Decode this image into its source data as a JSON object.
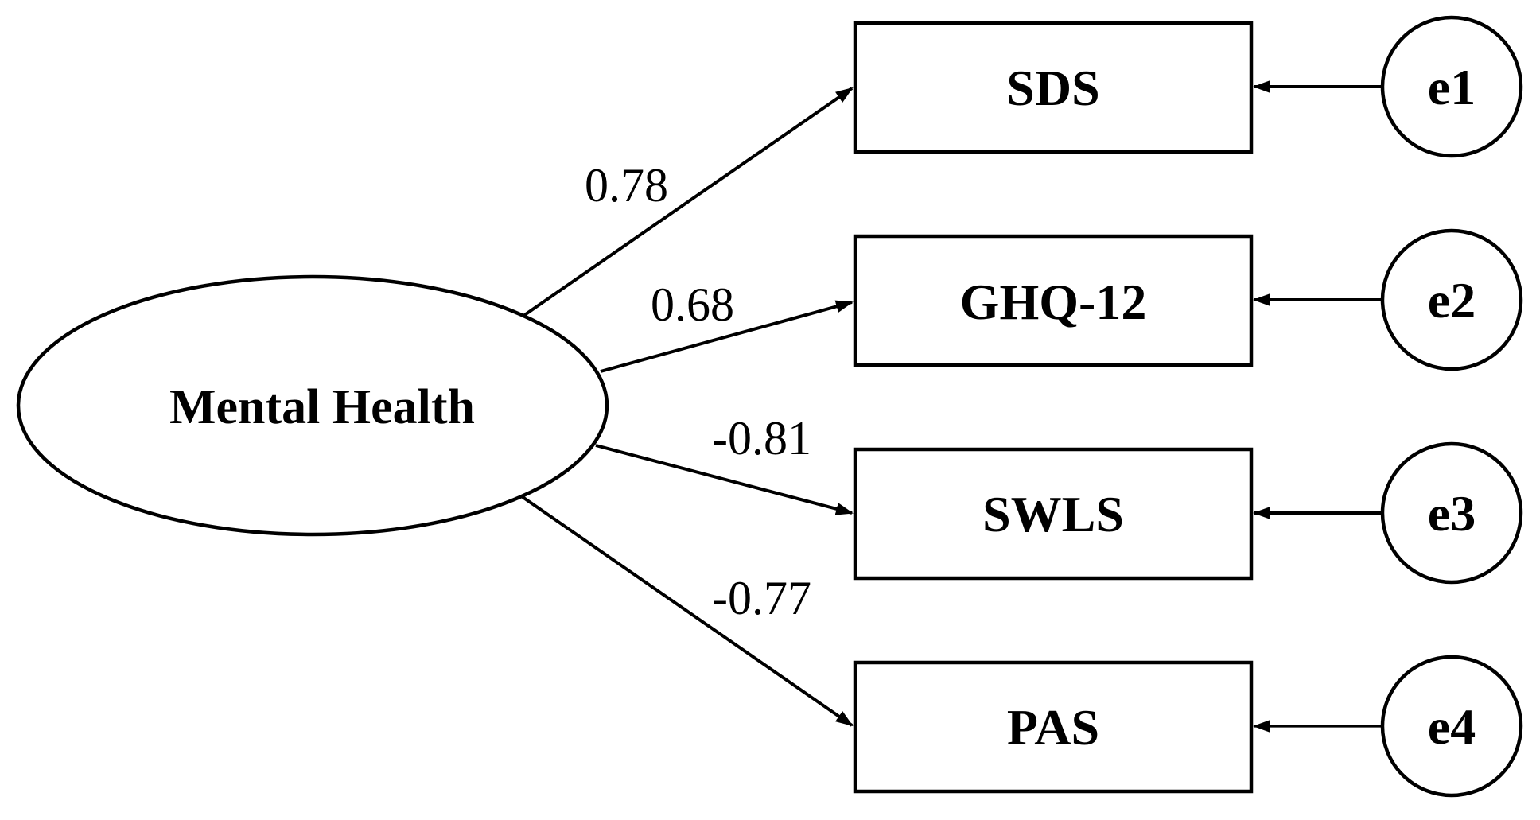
{
  "diagram": {
    "type": "structural-equation-model",
    "latent": {
      "label": "Mental Health"
    },
    "indicators": [
      {
        "id": "sds",
        "label": "SDS",
        "loading": "0.78",
        "error": "e1"
      },
      {
        "id": "ghq12",
        "label": "GHQ-12",
        "loading": "0.68",
        "error": "e2"
      },
      {
        "id": "swls",
        "label": "SWLS",
        "loading": "-0.81",
        "error": "e3"
      },
      {
        "id": "pas",
        "label": "PAS",
        "loading": "-0.77",
        "error": "e4"
      }
    ],
    "colors": {
      "stroke": "#000000",
      "background": "#ffffff",
      "text": "#000000"
    }
  }
}
